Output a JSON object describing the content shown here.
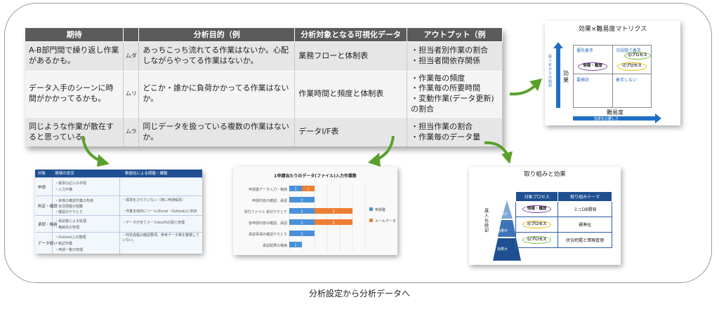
{
  "main_table": {
    "headers": [
      "期待",
      "",
      "分析目的（例",
      "分析対象となる可視化データ",
      "アウトプット（例"
    ],
    "rows": [
      {
        "expectation": "A-B部門間で繰り返し作業があるかも。",
        "mark": "ムダ",
        "purpose": "あっちこっち流れてる作業はないか。心配しながらやってる作業はないか。",
        "data": "業務フローと体制表",
        "output": [
          "・担当者別作業の割合",
          "・担当者間依存関係"
        ]
      },
      {
        "expectation": "データ入手のシーンに時間がかかってるかも。",
        "mark": "ムリ",
        "purpose": "どこか・誰かに負荷かかってる作業はないか。",
        "data": "作業時間と頻度と体制表",
        "output": [
          "・作業毎の頻度",
          "・作業毎の所要時間",
          "・変動作業(データ更新)の割合"
        ]
      },
      {
        "expectation": "同じような作業が散在すると思っている。",
        "mark": "ムラ",
        "purpose": "同じデータを扱っている複数の作業はないか。",
        "data": "データI/F表",
        "output": [
          "・担当作業の割合",
          "・作業毎のデータ量"
        ]
      }
    ]
  },
  "matrix": {
    "title": "効果×難易度マトリクス",
    "y_label": "効果",
    "x_label": "難易度",
    "y_arrow_text": "属人化からの脱却",
    "x_arrow_text": "効率化の難しさ",
    "cells": [
      "優先着手",
      "次段階で着手",
      "要検討",
      "着手しない"
    ],
    "ovals": [
      "㋹プロセス",
      "情報・履歴",
      "㋑プロセス"
    ]
  },
  "left_panel": {
    "headers": [
      "対象",
      "現場の状況",
      "数値化による問題・課題"
    ],
    "rows": [
      {
        "label": "申請",
        "lines": [
          "・帳票の記入の手間",
          "・入力不備"
        ]
      },
      {
        "label": "判定・確認",
        "lines": [
          "・目検の確認作業の負荷",
          "・状況把握が困難",
          "・確認のやりとり"
        ]
      },
      {
        "label": "承認・格納",
        "lines": [
          "・承認者による処理",
          "・格納先の管理"
        ]
      },
      {
        "label": "データ扱い",
        "lines": [
          "・Outlook上の整理",
          "・転記作業",
          "・申請一覧の管理"
        ]
      }
    ],
    "issues": [
      "・標準化されていない（特に申請帳票）",
      "・作業全体的にツール(Excel・Outlook)に依存",
      "・データが全てメールbox内の個人管理",
      "・判定過程の確認要項、参考データ等を蓄積していない。"
    ]
  },
  "chart": {
    "title": "1申請当たりのデータ(ファイル)入力作業数",
    "legend": [
      "申請書",
      "メールデータ"
    ],
    "colors": [
      "#4a90d9",
      "#ed7d31"
    ]
  },
  "chart_data": {
    "type": "bar",
    "orientation": "horizontal",
    "title": "1申請当たりのデータ(ファイル)入力作業数",
    "categories": [
      "申請書データ入力・格納",
      "申請内容の確認、承認",
      "添付ファイル 受付やりとり",
      "各申請内容の確認、承認",
      "承認事項の確認やりとり",
      "承認結果の格納"
    ],
    "series": [
      {
        "name": "申請書",
        "values": [
          1,
          2,
          2,
          2,
          2,
          1
        ]
      },
      {
        "name": "メールデータ",
        "values": [
          1,
          0,
          3,
          3,
          0,
          0
        ]
      }
    ]
  },
  "result_panel": {
    "title": "取り組みと効果",
    "headers": [
      "対象プロセス",
      "取り組みテーマ"
    ],
    "rows": [
      {
        "process": "情報・履歴",
        "theme": "ミニDB開発"
      },
      {
        "process": "㋑プロセス",
        "theme": "標準化"
      },
      {
        "process": "㋹プロセス",
        "theme": "状況把握と情報管理"
      }
    ],
    "pyramid": [
      "効果小",
      "効果中",
      "効果大"
    ],
    "side_label": "属人化脱却"
  },
  "caption": "分析設定から分析データへ"
}
